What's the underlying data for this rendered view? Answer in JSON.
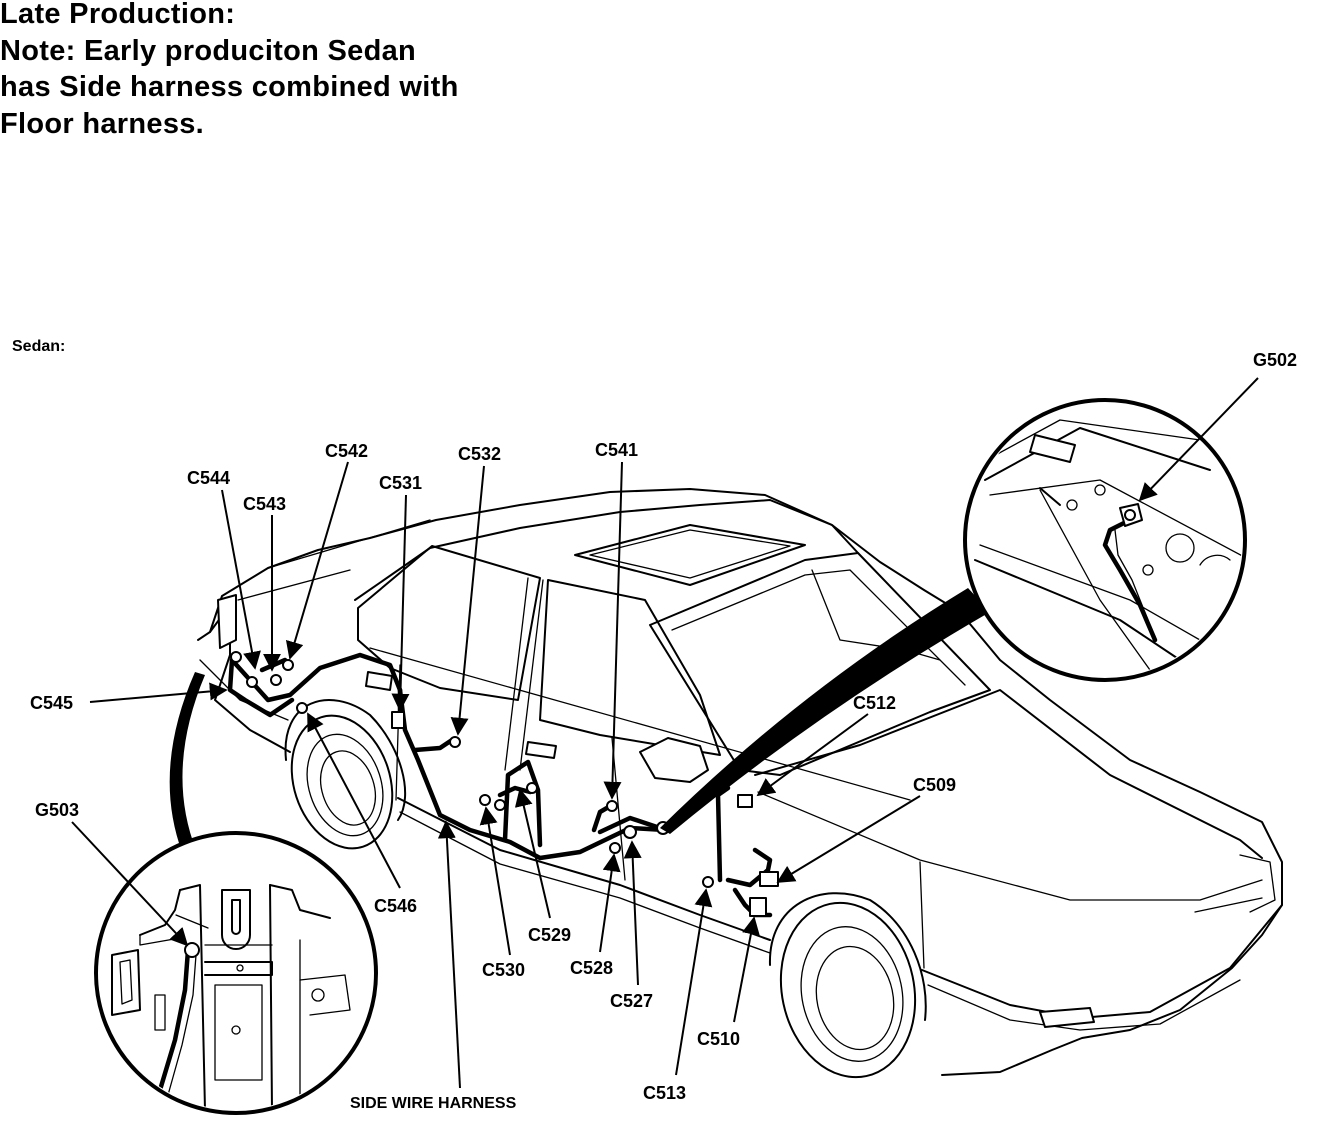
{
  "note": {
    "line1": "Late Production:",
    "line2": "Note: Early produciton Sedan",
    "line3": "has Side harness combined with",
    "line4": "Floor harness."
  },
  "model_label": "Sedan:",
  "callouts": {
    "g502": "G502",
    "g503": "G503",
    "c544": "C544",
    "c543": "C543",
    "c542": "C542",
    "c531": "C531",
    "c532": "C532",
    "c541": "C541",
    "c545": "C545",
    "c512": "C512",
    "c509": "C509",
    "c546": "C546",
    "c529": "C529",
    "c530": "C530",
    "c528": "C528",
    "c527": "C527",
    "c510": "C510",
    "c513": "C513",
    "side_wire_harness": "SIDE WIRE HARNESS"
  },
  "colors": {
    "ink": "#000000",
    "paper": "#ffffff"
  }
}
